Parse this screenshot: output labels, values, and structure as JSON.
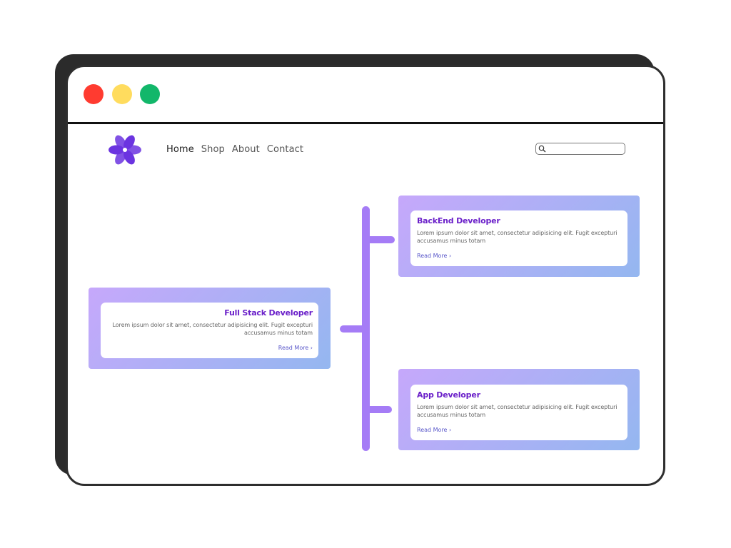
{
  "window": {
    "controls": [
      "close",
      "minimize",
      "maximize"
    ]
  },
  "colors": {
    "close": "#ff3b30",
    "minimize": "#ffdc5e",
    "maximize": "#12b76a",
    "logo": "#6b34e0",
    "accent": "#a57cf6",
    "title_text": "#6a1fc9",
    "link_text": "#5856c9",
    "card_gradient_start": "#c6a8fb",
    "card_gradient_end": "#94b7f0"
  },
  "logo": {
    "icon": "flower-logo-icon"
  },
  "nav": {
    "items": [
      {
        "label": "Home",
        "active": true
      },
      {
        "label": "Shop",
        "active": false
      },
      {
        "label": "About",
        "active": false
      },
      {
        "label": "Contact",
        "active": false
      }
    ]
  },
  "search": {
    "icon": "search-icon",
    "value": "",
    "placeholder": ""
  },
  "timeline": {
    "cards": {
      "fullstack": {
        "title": "Full Stack Developer",
        "text": "Lorem ipsum dolor sit amet, consectetur adipisicing elit. Fugit excepturi accusamus minus totam",
        "link": "Read More ›"
      },
      "backend": {
        "title": "BackEnd Developer",
        "text": "Lorem ipsum dolor sit amet, consectetur adipisicing elit. Fugit excepturi accusamus minus totam",
        "link": "Read More ›"
      },
      "app": {
        "title": "App Developer",
        "text": "Lorem ipsum dolor sit amet, consectetur adipisicing elit. Fugit excepturi accusamus minus totam",
        "link": "Read More ›"
      }
    }
  }
}
